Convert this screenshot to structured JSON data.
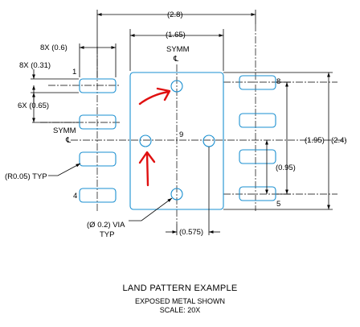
{
  "dimensions": {
    "overall_width": "(2.8)",
    "pad_span": "(1.65)",
    "pad_length": "8X (0.6)",
    "pad_width": "8X (0.31)",
    "pitch": "6X (0.65)",
    "corner_radius": "(R0.05) TYP",
    "row_span": "(1.95)",
    "overall_height": "(2.4)",
    "via_spacing_vertical": "(0.95)",
    "via_spacing_horizontal": "(0.575)",
    "via_diameter_line1": "(Ø 0.2) VIA",
    "via_diameter_line2": "TYP"
  },
  "labels": {
    "symm_top": "SYMM",
    "symm_left": "SYMM",
    "centerline_symbol": "℄",
    "pin_1": "1",
    "pin_4": "4",
    "pin_5": "5",
    "pin_8": "8",
    "pin_9": "9"
  },
  "caption": {
    "title": "LAND PATTERN EXAMPLE",
    "subtitle": "EXPOSED METAL SHOWN",
    "scale": "SCALE: 20X"
  },
  "colors": {
    "outline": "#1a8fd0",
    "annotation": "#e01010",
    "lines": "#000000"
  }
}
